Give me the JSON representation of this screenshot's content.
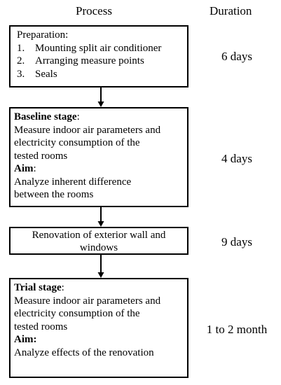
{
  "headers": {
    "process": "Process",
    "duration": "Duration"
  },
  "stages": {
    "preparation": {
      "title": "Preparation:",
      "items": [
        {
          "num": "1.",
          "text": "Mounting split air conditioner"
        },
        {
          "num": "2.",
          "text": "Arranging measure points"
        },
        {
          "num": "3.",
          "text": "Seals"
        }
      ],
      "duration": "6 days"
    },
    "baseline": {
      "title": "Baseline stage",
      "title_suffix": ":",
      "lines": [
        "Measure indoor air parameters and",
        "electricity consumption of the",
        "tested rooms"
      ],
      "aim_label": "Aim",
      "aim_suffix": ":",
      "aim_lines": [
        "Analyze inherent difference",
        "between the rooms"
      ],
      "duration": "4 days"
    },
    "renovation": {
      "lines": [
        "Renovation of  exterior wall and",
        "windows"
      ],
      "duration": "9 days"
    },
    "trial": {
      "title": "Trial stage",
      "title_suffix": ":",
      "lines": [
        "Measure indoor air parameters and",
        "electricity consumption of the",
        "tested rooms"
      ],
      "aim_label": "Aim:",
      "aim_lines": [
        "Analyze effects of the renovation"
      ],
      "duration": "1 to 2 month"
    }
  }
}
